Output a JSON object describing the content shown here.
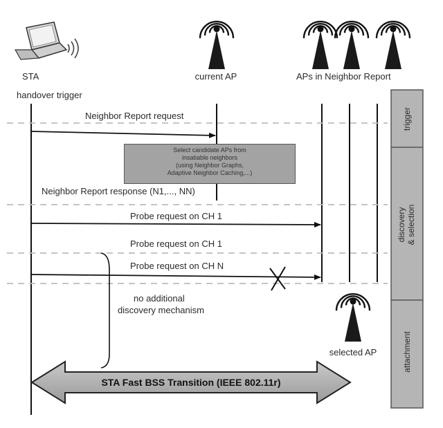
{
  "nodes": {
    "sta": "STA",
    "current_ap": "current AP",
    "neighbor_aps": "APs in Neighbor Report",
    "selected_ap": "selected AP"
  },
  "notes": {
    "handover_trigger": "handover trigger",
    "no_additional_1": "no additional",
    "no_additional_2": "discovery mechanism"
  },
  "messages": {
    "nr_request": "Neighbor Report request",
    "nr_response": "Neighbor Report response (N1,..., NN)",
    "probe_1a": "Probe request on CH 1",
    "probe_1b": "Probe request on CH 1",
    "probe_n": "Probe request on CH N"
  },
  "process_box": {
    "line1": "Select candidate APs from",
    "line2": "insatiable neighbors",
    "line3": "(using Neighbor Graphs,",
    "line4": "Adaptive Neighbor Caching,...)"
  },
  "phases": {
    "trigger": "trigger",
    "discovery_1": "discovery",
    "discovery_2": "& selection",
    "attachment": "attachment"
  },
  "transition_label": "STA Fast BSS Transition (IEEE 802.11r)"
}
